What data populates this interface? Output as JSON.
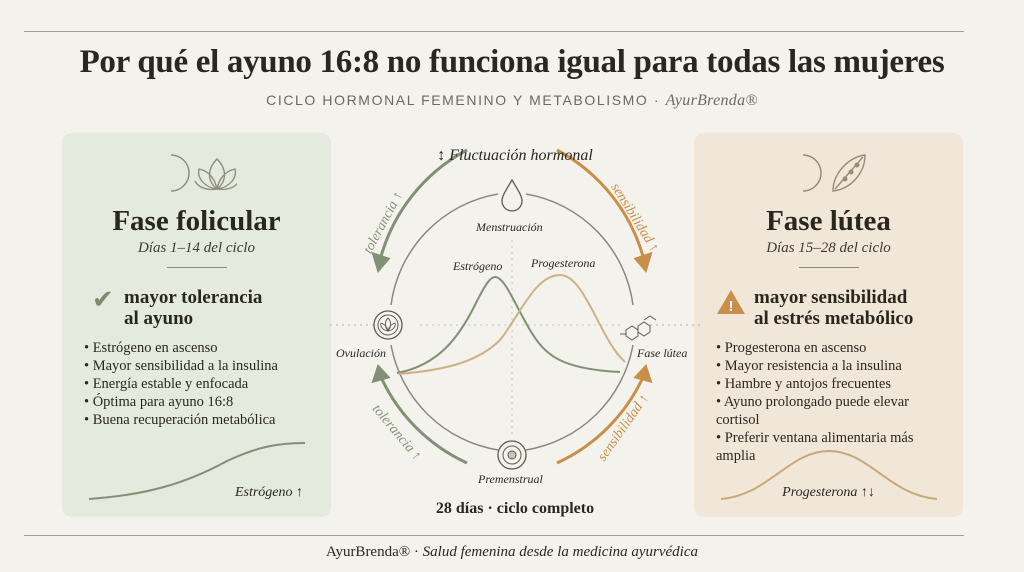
{
  "title": "Por qué el ayuno 16:8 no funciona igual para todas las mujeres",
  "subtitle": "CICLO HORMONAL FEMENINO Y METABOLISMO ·",
  "subtitle_brand": "AyurBrenda®",
  "left": {
    "title": "Fase folicular",
    "days": "Días 1–14 del ciclo",
    "headline1": "mayor tolerancia",
    "headline2": "al ayuno",
    "bullets": [
      "Estrógeno en ascenso",
      "Mayor sensibilidad a la insulina",
      "Energía estable y enfocada",
      "Óptima para ayuno 16:8",
      "Buena recuperación metabólica"
    ],
    "curve_label": "Estrógeno ↑"
  },
  "right": {
    "title": "Fase lútea",
    "days": "Días 15–28 del ciclo",
    "headline1": "mayor sensibilidad",
    "headline2": "al estrés metabólico",
    "bullets": [
      "Progesterona en ascenso",
      "Mayor resistencia a la insulina",
      "Hambre y antojos frecuentes",
      "Ayuno prolongado puede elevar cortisol",
      "Preferir ventana alimentaria más amplia"
    ],
    "curve_label": "Progesterona ↑↓"
  },
  "center": {
    "top_label": "↕ Fluctuación hormonal",
    "menstruation": "Menstruación",
    "ovulation": "Ovulación",
    "luteal": "Fase lútea",
    "premenstrual": "Premenstrual",
    "estrogen": "Estrógeno",
    "progesterone": "Progesterona",
    "tolerance": "tolerancia ↑",
    "sensitivity": "sensibilidad ↑",
    "bottom_label": "28 días · ciclo completo"
  },
  "footer_brand": "AyurBrenda® ·",
  "footer_text": "Salud femenina desde la medicina ayurvédica",
  "colors": {
    "green": "#7f9276",
    "orange": "#c98f4a",
    "bg": "#f4f2ec"
  }
}
